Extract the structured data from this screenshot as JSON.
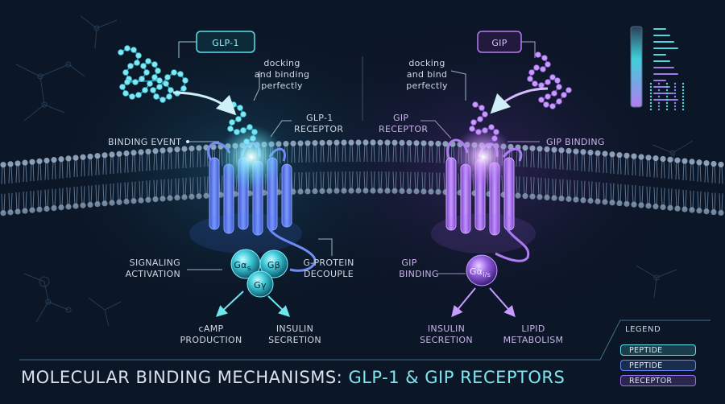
{
  "title": {
    "part1": "MOLECULAR BINDING MECHANISMS: ",
    "part2": "GLP-1 & GIP RECEPTORS"
  },
  "left": {
    "peptide_tag": "GLP-1",
    "docking_note": [
      "docking",
      "and binding",
      "perfectly"
    ],
    "receptor_label": [
      "GLP-1",
      "RECEPTOR"
    ],
    "binding_event": "BINDING EVENT",
    "signaling": [
      "SIGNALING",
      "ACTIVATION"
    ],
    "gprotein_decouple": [
      "G-PROTEIN",
      "DECOUPLE"
    ],
    "subunits": {
      "ga": "Gα",
      "ga_sub": "s",
      "gb": "Gβ",
      "gg": "Gγ"
    },
    "outputs": {
      "camp": [
        "cAMP",
        "PRODUCTION"
      ],
      "insulin": [
        "INSULIN",
        "SECRETION"
      ]
    }
  },
  "right": {
    "peptide_tag": "GIP",
    "docking_note": [
      "docking",
      "and bind",
      "perfectly"
    ],
    "receptor_label": [
      "GIP",
      "RECEPTOR"
    ],
    "gip_binding_top": "GIP BINDING",
    "gip_binding_lower": [
      "GIP",
      "BINDING"
    ],
    "subunit": {
      "ga": "Gα",
      "ga_sub": "i/s"
    },
    "outputs": {
      "insulin": [
        "INSULIN",
        "SECRETION"
      ],
      "lipid": [
        "LIPID",
        "METABOLISM"
      ]
    }
  },
  "legend": {
    "title": "LEGEND",
    "items": [
      {
        "label": "PEPTIDE",
        "color": "#5fe0ea"
      },
      {
        "label": "PEPTIDE",
        "color": "#5f8cf5"
      },
      {
        "label": "RECEPTOR",
        "color": "#a36cf0"
      }
    ]
  },
  "colors": {
    "background": "#0b1626",
    "glp1_cyan": "#5fe0ea",
    "receptor_blue": "#5f7ff0",
    "gip_purple": "#b57cf2",
    "membrane": "#8aa0b8"
  }
}
